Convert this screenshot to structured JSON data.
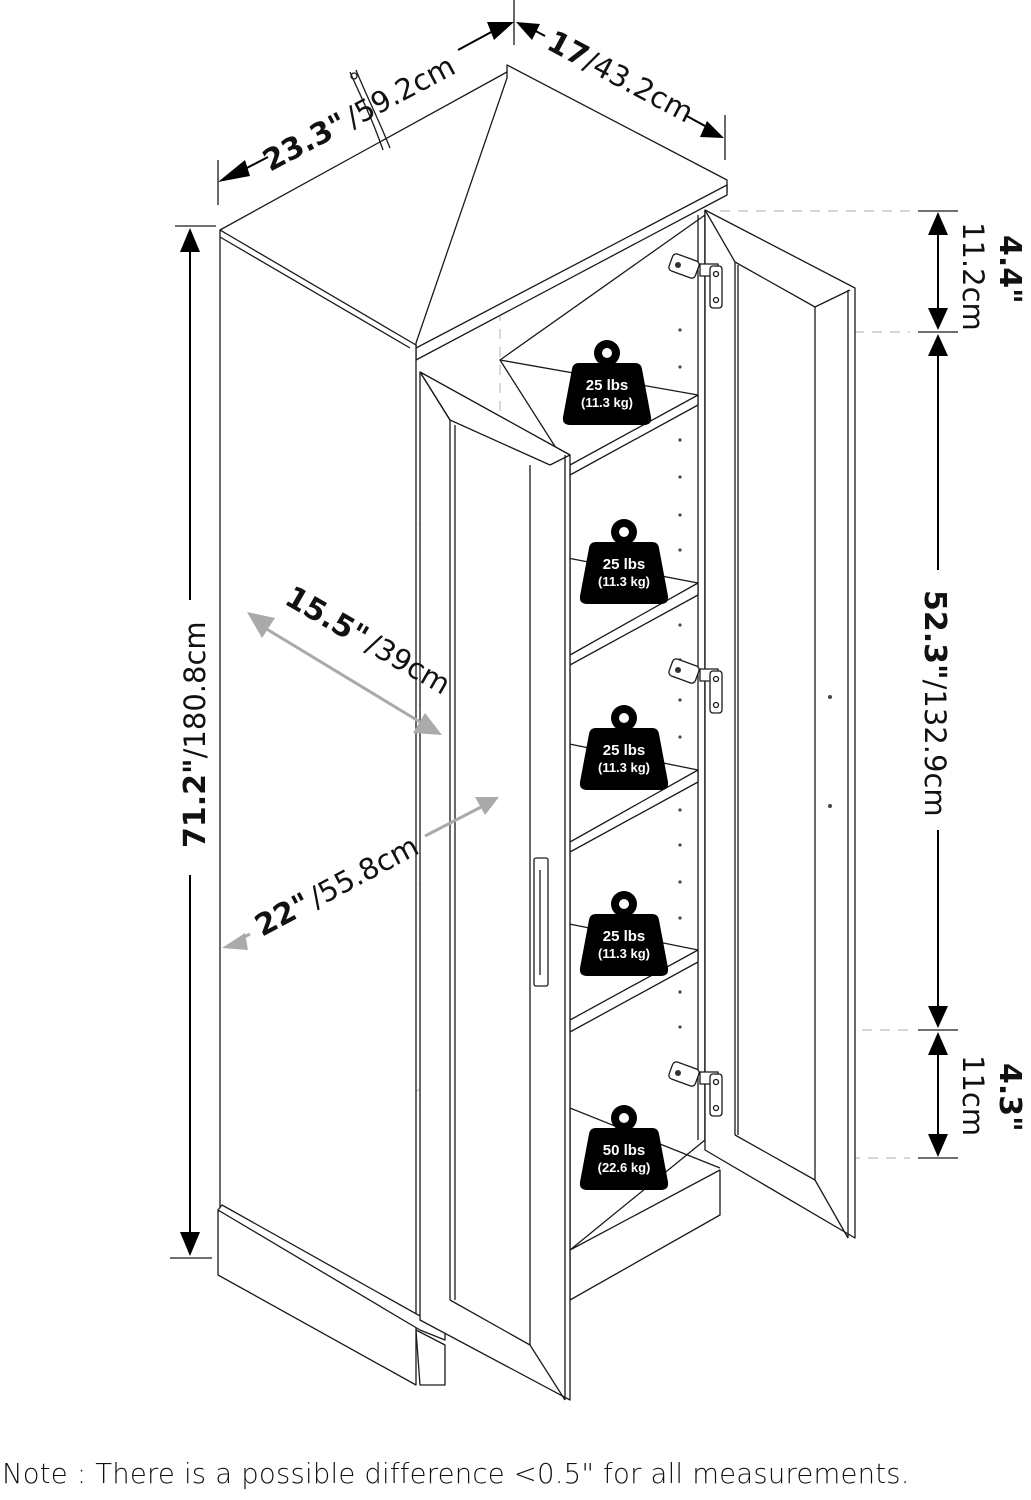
{
  "diagram": {
    "subject": "Tall storage cabinet with two doors and five shelves",
    "dimensions": {
      "width": {
        "in": "23.3\"",
        "cm": "/59.2cm"
      },
      "depth": {
        "in": "17",
        "cm": "/43.2cm"
      },
      "height": {
        "in": "71.2\"",
        "cm": "/180.8cm"
      },
      "shelf_depth": {
        "in": "15.5\"",
        "cm": "/39cm"
      },
      "shelf_width": {
        "in": "22\"",
        "cm": "/55.8cm"
      },
      "top_gap": {
        "in": "4.4\"",
        "cm": "11.2cm"
      },
      "middle_span": {
        "in": "52.3\"",
        "cm": "/132.9cm"
      },
      "bottom_gap": {
        "in": "4.3\"",
        "cm": "11cm"
      }
    },
    "shelf_loads": [
      {
        "lbs": "25 lbs",
        "kg": "(11.3 kg)"
      },
      {
        "lbs": "25 lbs",
        "kg": "(11.3 kg)"
      },
      {
        "lbs": "25 lbs",
        "kg": "(11.3 kg)"
      },
      {
        "lbs": "25 lbs",
        "kg": "(11.3 kg)"
      },
      {
        "lbs": "50 lbs",
        "kg": "(22.6 kg)"
      }
    ],
    "icons": {
      "weight": "weight-icon",
      "hinge": "hinge-icon",
      "handle": "door-handle"
    },
    "colors": {
      "line": "#1a1a1a",
      "hidden_line": "#c8c8c8",
      "dimension_arrow": "#000000",
      "interior_dimension_arrow": "#aaaaaa",
      "weight_badge": "#000000"
    }
  },
  "note": "Note : There is a possible difference <0.5\" for all measurements."
}
